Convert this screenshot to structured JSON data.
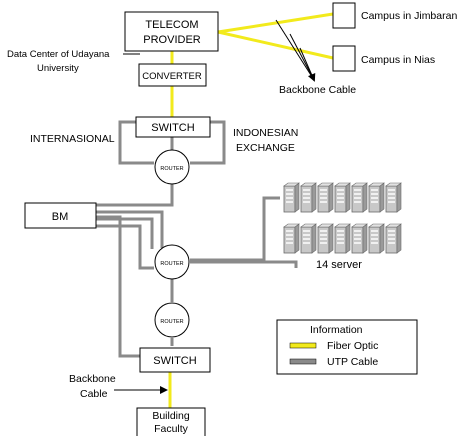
{
  "nodes": {
    "telecom_provider": [
      "TELECOM",
      "PROVIDER"
    ],
    "data_center": [
      "Data Center of Udayana",
      "University"
    ],
    "converter": "CONVERTER",
    "switch_top": "SWITCH",
    "internasional": "INTERNASIONAL",
    "indonesian_exchange": [
      "INDONESIAN",
      "EXCHANGE"
    ],
    "router": "ROUTER",
    "bm": "BM",
    "campus_jimbaran": "Campus in Jimbaran",
    "campus_nias": "Campus in Nias",
    "backbone_cable_top": "Backbone Cable",
    "server_count": "14 server",
    "switch_bottom": "SWITCH",
    "backbone_cable_bottom": [
      "Backbone",
      "Cable"
    ],
    "building_faculty": [
      "Building",
      "Faculty"
    ]
  },
  "legend": {
    "title": "Information",
    "items": [
      {
        "label": "Fiber Optic",
        "color": "#f2ea1c"
      },
      {
        "label": "UTP Cable",
        "color": "#8a8a8a"
      }
    ]
  }
}
